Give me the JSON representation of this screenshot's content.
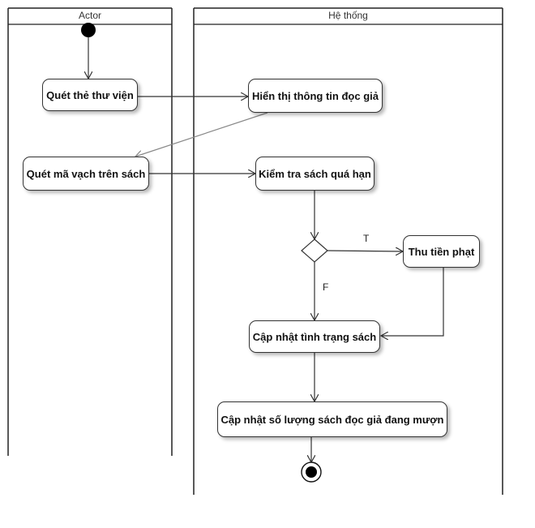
{
  "lanes": {
    "actor": "Actor",
    "system": "Hệ thống"
  },
  "nodes": {
    "scan_card": "Quét thẻ thư viện",
    "show_reader_info": "Hiển thị thông tin đọc giả",
    "scan_barcode": "Quét mã vạch trên sách",
    "check_overdue": "Kiểm tra sách quá hạn",
    "collect_fine": "Thu tiền phạt",
    "update_book_status": "Cập nhật tình trạng sách",
    "update_borrow_count": "Cập nhật số lượng sách đọc giả đang mượn"
  },
  "guards": {
    "true_label": "T",
    "false_label": "F"
  }
}
